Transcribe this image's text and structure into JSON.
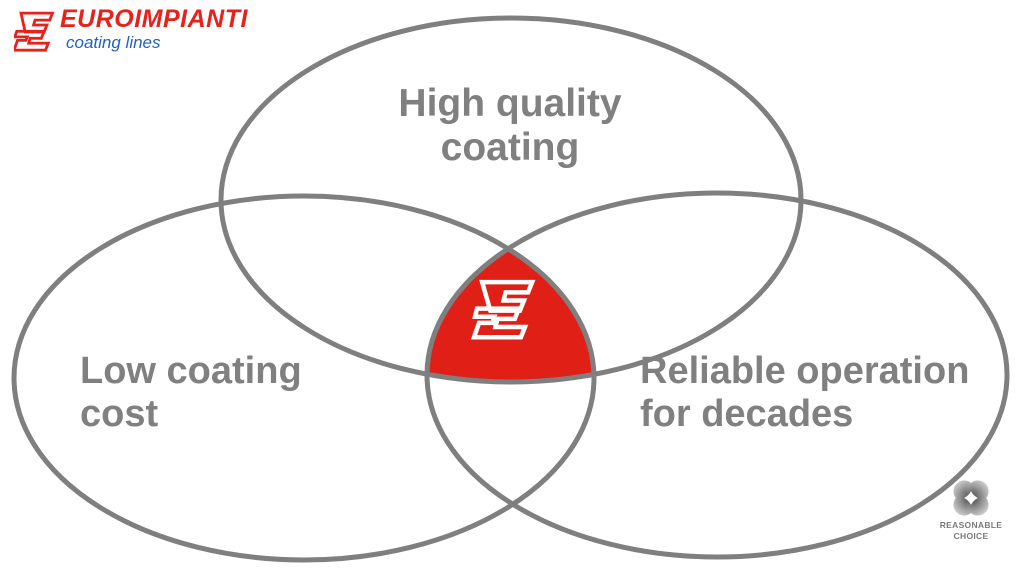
{
  "brand": {
    "wordmark": "EUROIMPIANTI",
    "tagline": "coating lines",
    "mark_icon": "euroimpianti-e-mark",
    "wordmark_color": "#e8221a",
    "tagline_color": "#1f62c4"
  },
  "diagram": {
    "type": "venn",
    "stroke_color": "#7f7f7f",
    "stroke_width": 5,
    "fill_color": "#ffffff",
    "center_fill_color": "#e01f16",
    "label_color": "#808080",
    "center_icon": "euroimpianti-e-mark-white",
    "sets": [
      {
        "id": "top",
        "label": "High quality\ncoating"
      },
      {
        "id": "left",
        "label": "Low coating\ncost"
      },
      {
        "id": "right",
        "label": "Reliable operation\nfor decades"
      }
    ]
  },
  "badge": {
    "icon": "quatrefoil-icon",
    "text": "REASONABLE\nCHOICE",
    "color": "#7a7a7a"
  }
}
